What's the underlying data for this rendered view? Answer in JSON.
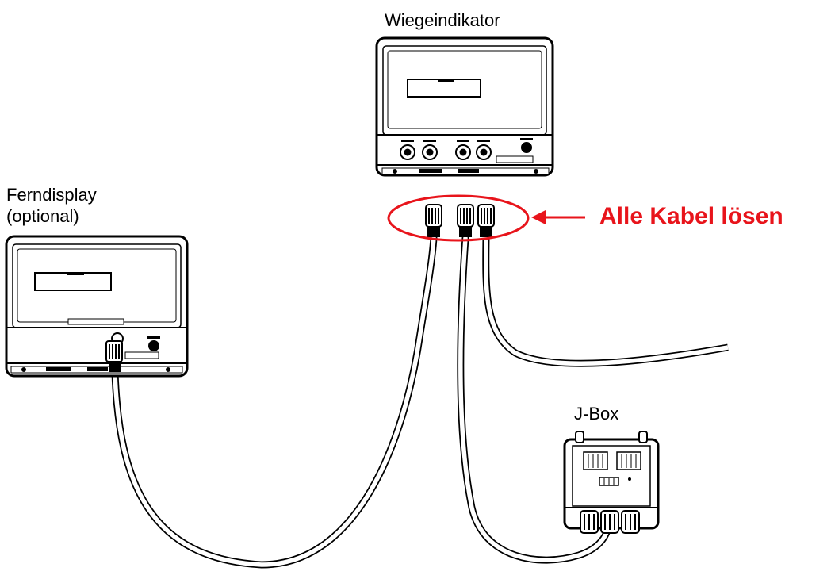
{
  "labels": {
    "indicator": "Wiegeindikator",
    "remote_line1": "Ferndisplay",
    "remote_line2": "(optional)",
    "jbox": "J-Box",
    "callout": "Alle Kabel lösen"
  },
  "colors": {
    "callout": "#e8141b",
    "line": "#000000",
    "background": "#ffffff"
  }
}
